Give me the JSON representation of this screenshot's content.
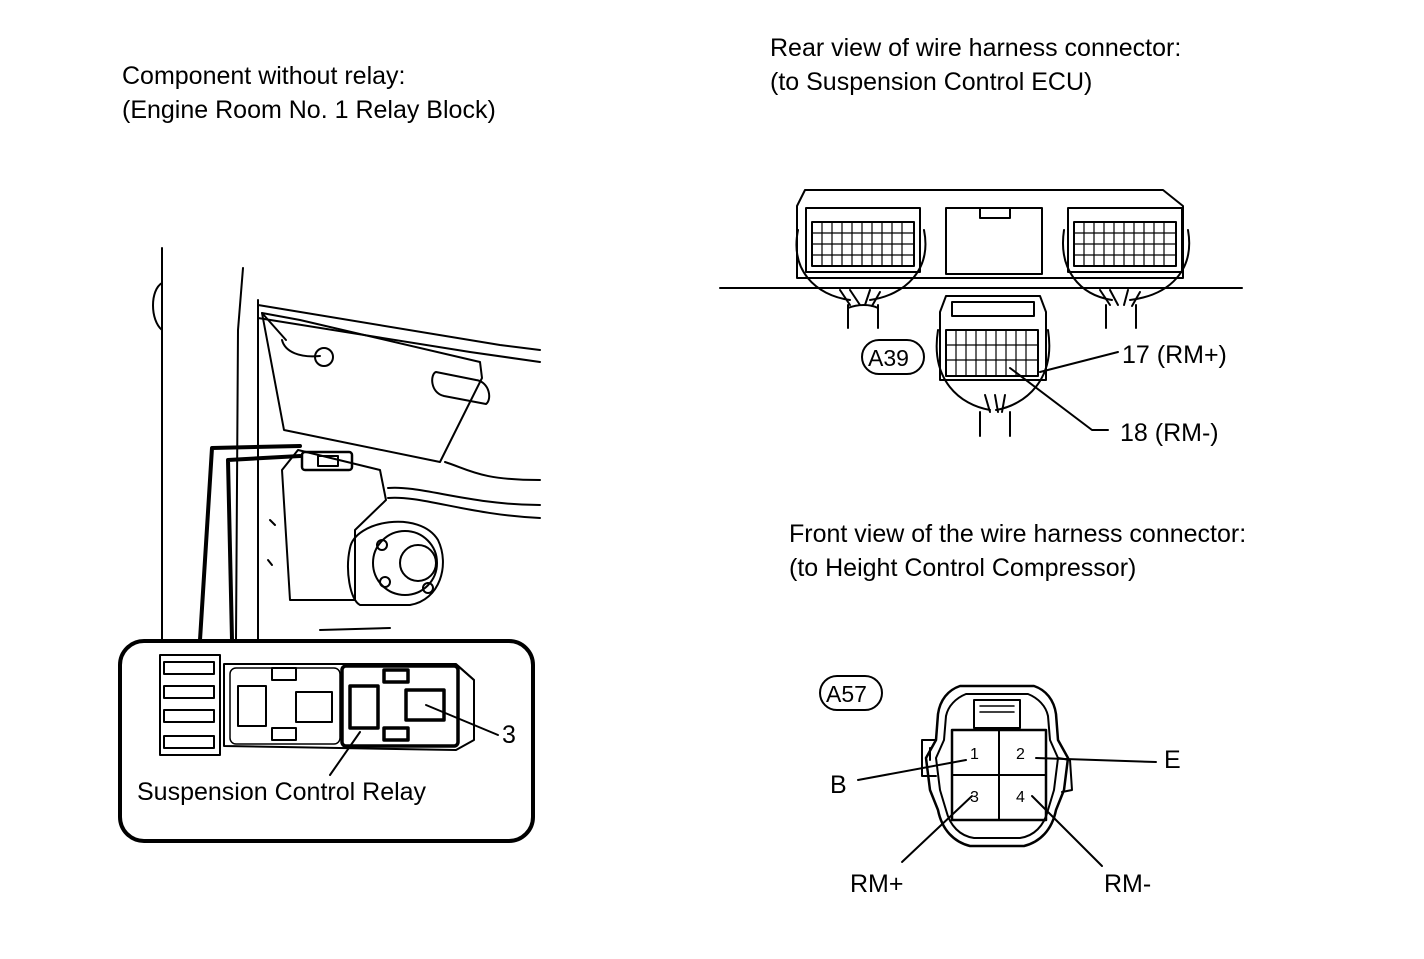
{
  "relay_block": {
    "caption_line1": "Component without relay:",
    "caption_line2": "(Engine Room No. 1 Relay Block)",
    "relay_label": "Suspension Control Relay",
    "terminal_label": "3"
  },
  "ecu_connector": {
    "caption_line1": "Rear view of wire harness connector:",
    "caption_line2": "(to Suspension Control ECU)",
    "connector_id": "A39",
    "pin_17": "17 (RM+)",
    "pin_18": "18 (RM-)"
  },
  "compressor_connector": {
    "caption_line1": "Front view of the wire harness connector:",
    "caption_line2": "(to Height Control Compressor)",
    "connector_id": "A57",
    "pins": [
      "1",
      "2",
      "3",
      "4"
    ],
    "label_b": "B",
    "label_e": "E",
    "label_rm_plus": "RM+",
    "label_rm_minus": "RM-"
  }
}
